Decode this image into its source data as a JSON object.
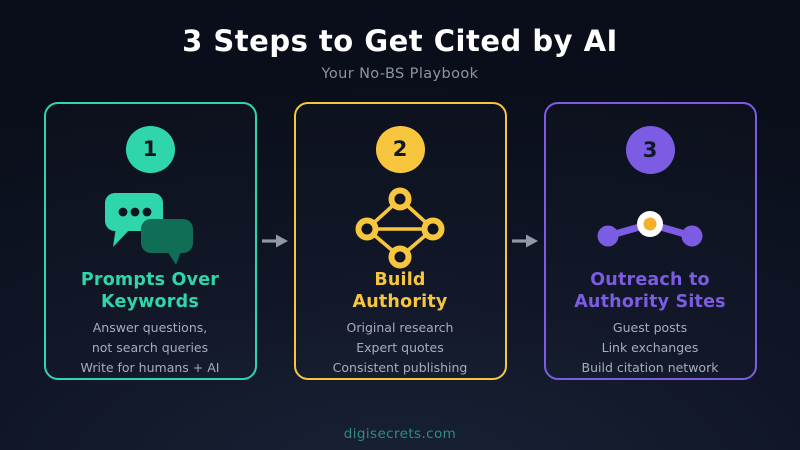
{
  "header": {
    "title": "3 Steps to Get Cited by AI",
    "subtitle": "Your No-BS Playbook"
  },
  "steps": [
    {
      "number": "1",
      "accent": "#2fd6ab",
      "icon": "chat-bubbles-icon",
      "title": [
        "Prompts Over",
        "Keywords"
      ],
      "bullets": [
        "Answer questions,",
        "not search queries",
        "Write for humans + AI"
      ]
    },
    {
      "number": "2",
      "accent": "#f7c63e",
      "icon": "network-diamond-icon",
      "title": [
        "Build",
        "Authority"
      ],
      "bullets": [
        "Original research",
        "Expert quotes",
        "Consistent publishing"
      ]
    },
    {
      "number": "3",
      "accent": "#7d5ce4",
      "icon": "link-nodes-icon",
      "title": [
        "Outreach to",
        "Authority Sites"
      ],
      "bullets": [
        "Guest posts",
        "Link exchanges",
        "Build citation network"
      ]
    }
  ],
  "arrow": {
    "name": "arrow-right-icon",
    "color": "#9099a6"
  },
  "footer": {
    "website": "digisecrets.com"
  },
  "colors": {
    "background_top": "#0a0e1a",
    "background_bottom": "#182235",
    "title_text": "#ffffff",
    "subtitle_text": "#8d94a3",
    "bullet_text": "#a7aeb9",
    "number_text": "#101726",
    "chat_bubble_front": "#2fd6ab",
    "chat_bubble_back": "#0f6e55",
    "link_center_dot": "#f3b02c",
    "footer_text": "#2f8b84"
  }
}
